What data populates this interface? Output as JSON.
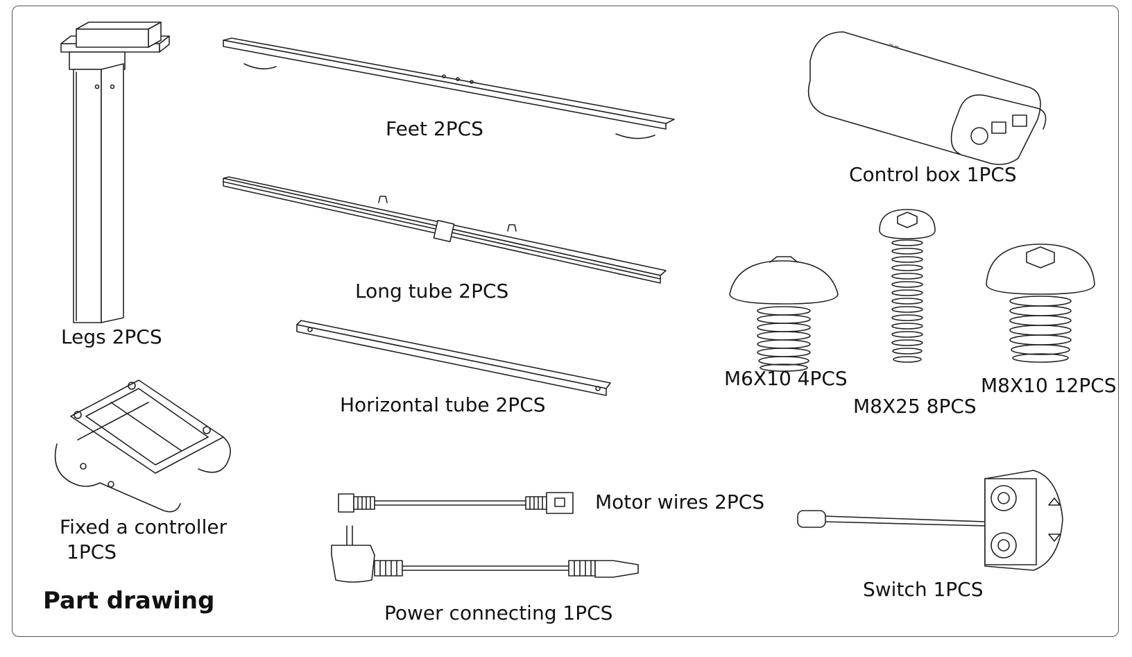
{
  "title": "Part drawing",
  "parts": {
    "legs": "Legs 2PCS",
    "feet": "Feet 2PCS",
    "long_tube": "Long tube 2PCS",
    "horizontal_tube": "Horizontal tube 2PCS",
    "control_box": "Control box 1PCS",
    "m6x10": "M6X10 4PCS",
    "m8x25": "M8X25 8PCS",
    "m8x10": "M8X10 12PCS",
    "fixed_controller_line1": "Fixed a controller",
    "fixed_controller_line2": "1PCS",
    "motor_wires": "Motor wires 2PCS",
    "power_connecting": "Power connecting 1PCS",
    "switch": "Switch 1PCS"
  }
}
